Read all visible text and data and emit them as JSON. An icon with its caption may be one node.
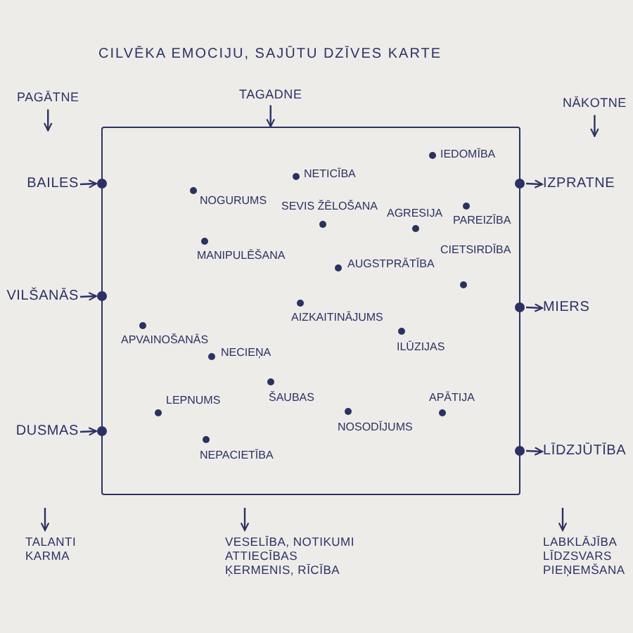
{
  "diagram": {
    "title": "CILVĒKA EMOCIJU, SAJŪTU DZĪVES KARTE",
    "nodes": [
      {
        "text": [
          "PAGĀTNE"
        ]
      },
      {
        "text": [
          "TAGADNE"
        ]
      },
      {
        "text": [
          "NĀKOTNE"
        ]
      },
      {
        "text": [],
        "shape": "box"
      },
      {
        "text": [
          "BAILES"
        ]
      },
      {
        "text": [],
        "shape": "circle"
      },
      {
        "text": [],
        "shape": "circle"
      },
      {
        "text": [
          "IZPRATNE"
        ]
      },
      {
        "text": [
          "VILŠANĀS"
        ]
      },
      {
        "text": [],
        "shape": "circle"
      },
      {
        "text": [],
        "shape": "circle"
      },
      {
        "text": [
          "MIERS"
        ]
      },
      {
        "text": [
          "DUSMAS"
        ]
      },
      {
        "text": [],
        "shape": "circle"
      },
      {
        "text": [],
        "shape": "circle"
      },
      {
        "text": [
          "LĪDZJŪTĪBA"
        ]
      },
      {
        "text": [
          "TALANTI KARMA"
        ]
      },
      {
        "text": [
          "VESELĪBA, NOTIKUMI ATTIECĪBAS ĶERMENIS, RĪCĪBA"
        ]
      },
      {
        "text": [
          "LABKLĀJĪBA LĪDZSVARS PIEŅEMŠANA"
        ]
      }
    ],
    "edges": [
      {
        "from": 0,
        "to": null,
        "arrow": "to"
      },
      {
        "from": 1,
        "to": 3,
        "arrow": "to"
      },
      {
        "from": 2,
        "to": null,
        "arrow": "to"
      },
      {
        "from": 4,
        "to": 5,
        "arrow": "to"
      },
      {
        "from": 6,
        "to": 7,
        "arrow": "to"
      },
      {
        "from": 8,
        "to": 9,
        "arrow": "to"
      },
      {
        "from": 10,
        "to": 11,
        "arrow": "to"
      },
      {
        "from": 12,
        "to": 13,
        "arrow": "to"
      },
      {
        "from": 14,
        "to": 15,
        "arrow": "to"
      },
      {
        "from": null,
        "to": 16,
        "arrow": "to"
      },
      {
        "from": null,
        "to": 17,
        "arrow": "to"
      },
      {
        "from": null,
        "to": 18,
        "arrow": "to"
      }
    ],
    "labels": [
      "IEDOMĪBA",
      "NETICĪBA",
      "NOGURUMS",
      "SEVIS ŽĒLOŠANA",
      "AGRESIJA",
      "PAREIZĪBA",
      "MANIPULĒŠANA",
      "AUGSTPRĀTĪBA",
      "CIETSIRDĪBA",
      "AIZKAITINĀJUMS",
      "APVAINOŠANĀS",
      "NECIEŅA",
      "ILŪZIJAS",
      "LEPNUMS",
      "ŠAUBAS",
      "NOSODĪJUMS",
      "APĀTIJA",
      "NEPACIETĪBA"
    ]
  }
}
